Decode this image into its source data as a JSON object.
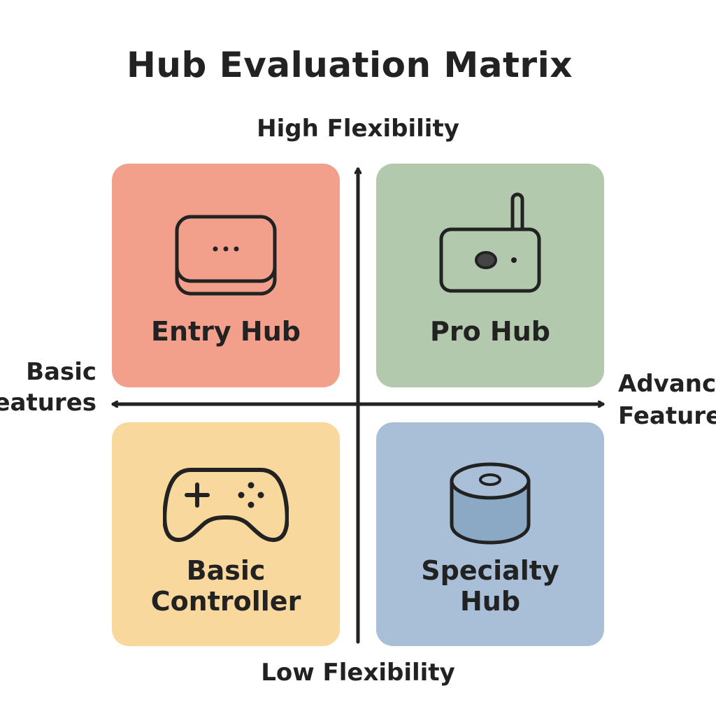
{
  "title": "Hub Evaluation Matrix",
  "axes": {
    "top": "High Flexibility",
    "bottom": "Low Flexibility",
    "left": [
      "Basic",
      "Features"
    ],
    "right": [
      "Advanced",
      "Features"
    ]
  },
  "quadrants": {
    "top_left": {
      "lines": [
        "Entry Hub"
      ],
      "icon": "router-box-icon",
      "color": "#F2A08C"
    },
    "top_right": {
      "lines": [
        "Pro Hub"
      ],
      "icon": "antenna-hub-icon",
      "color": "#B3C9AD"
    },
    "bottom_left": {
      "lines": [
        "Basic",
        "Controller"
      ],
      "icon": "gamepad-icon",
      "color": "#F9D89D"
    },
    "bottom_right": {
      "lines": [
        "Specialty",
        "Hub"
      ],
      "icon": "cylinder-speaker-icon",
      "color": "#A9BFD8"
    }
  }
}
